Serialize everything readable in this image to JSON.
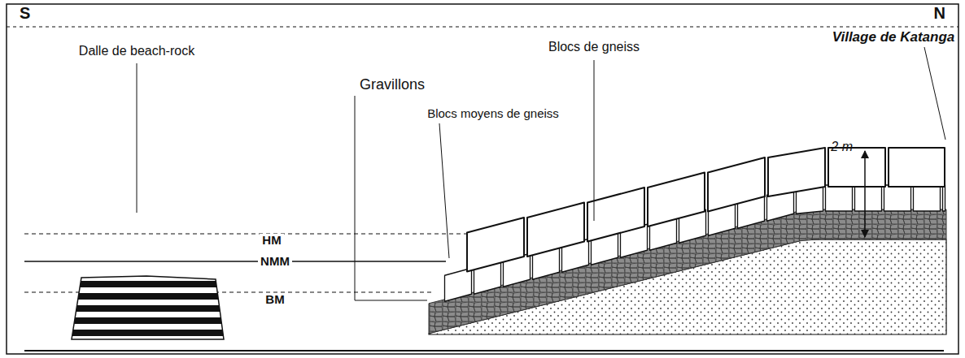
{
  "diagram": {
    "labels": [
      "S",
      "N",
      "Dalle de beach-rock",
      "Blocs de gneiss",
      "Village de Katanga",
      "Gravillons",
      "2 m",
      "Blocs moyens de gneiss",
      "HM",
      "NMM",
      "BM"
    ]
  }
}
